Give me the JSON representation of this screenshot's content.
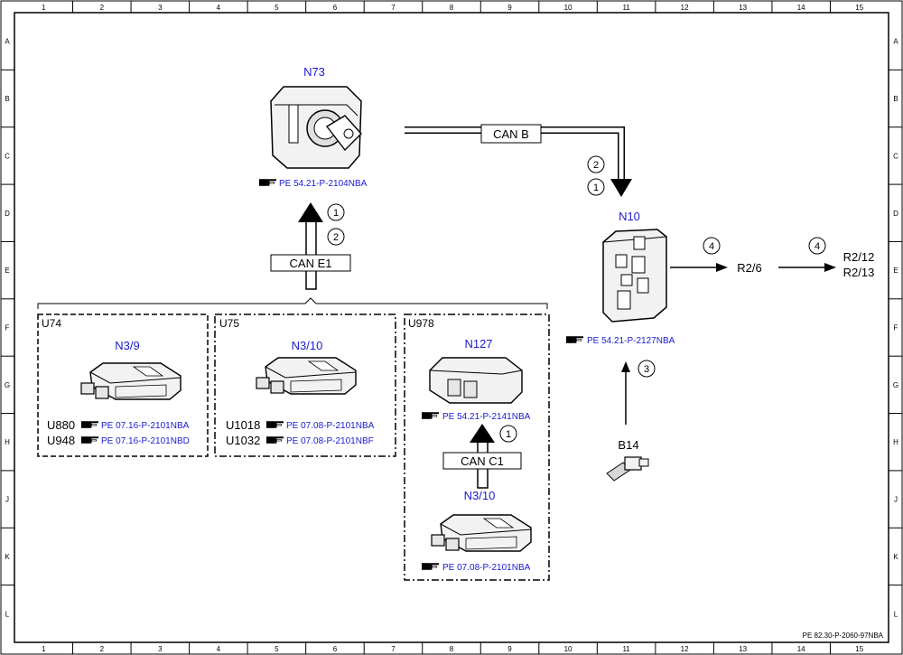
{
  "grid": {
    "columns": [
      "1",
      "2",
      "3",
      "4",
      "5",
      "6",
      "7",
      "8",
      "9",
      "10",
      "11",
      "12",
      "13",
      "14",
      "15"
    ],
    "rows": [
      "A",
      "B",
      "C",
      "D",
      "E",
      "F",
      "G",
      "H",
      "J",
      "K",
      "L"
    ]
  },
  "components": {
    "n73": {
      "name": "N73",
      "ref": "PE 54.21-P-2104NBA"
    },
    "n10": {
      "name": "N10",
      "ref": "PE 54.21-P-2127NBA"
    },
    "n3_9": {
      "name": "N3/9"
    },
    "n3_10_u75": {
      "name": "N3/10"
    },
    "n127": {
      "name": "N127",
      "ref": "PE 54.21-P-2141NBA"
    },
    "n3_10_u978": {
      "name": "N3/10",
      "ref": "PE 07.08-P-2101NBA"
    },
    "b14": {
      "name": "B14"
    }
  },
  "groups": {
    "u74": {
      "label": "U74",
      "codes": [
        {
          "code": "U880",
          "ref": "PE 07.16-P-2101NBA"
        },
        {
          "code": "U948",
          "ref": "PE 07.16-P-2101NBD"
        }
      ]
    },
    "u75": {
      "label": "U75",
      "codes": [
        {
          "code": "U1018",
          "ref": "PE 07.08-P-2101NBA"
        },
        {
          "code": "U1032",
          "ref": "PE 07.08-P-2101NBF"
        }
      ]
    },
    "u978": {
      "label": "U978"
    }
  },
  "buses": {
    "can_b": "CAN B",
    "can_e1": "CAN E1",
    "can_c1": "CAN C1"
  },
  "steps": {
    "one": "1",
    "two": "2",
    "three": "3",
    "four": "4"
  },
  "outputs": {
    "r2_6": "R2/6",
    "r2_12": "R2/12",
    "r2_13": "R2/13"
  },
  "doc_id": "PE 82.30-P-2060-97NBA",
  "colors": {
    "component_label": "#1a1ad0",
    "line": "#000000",
    "frame": "#000000"
  },
  "icons": {
    "reference": "pointing-hand-icon",
    "step": "circled-number-icon"
  }
}
